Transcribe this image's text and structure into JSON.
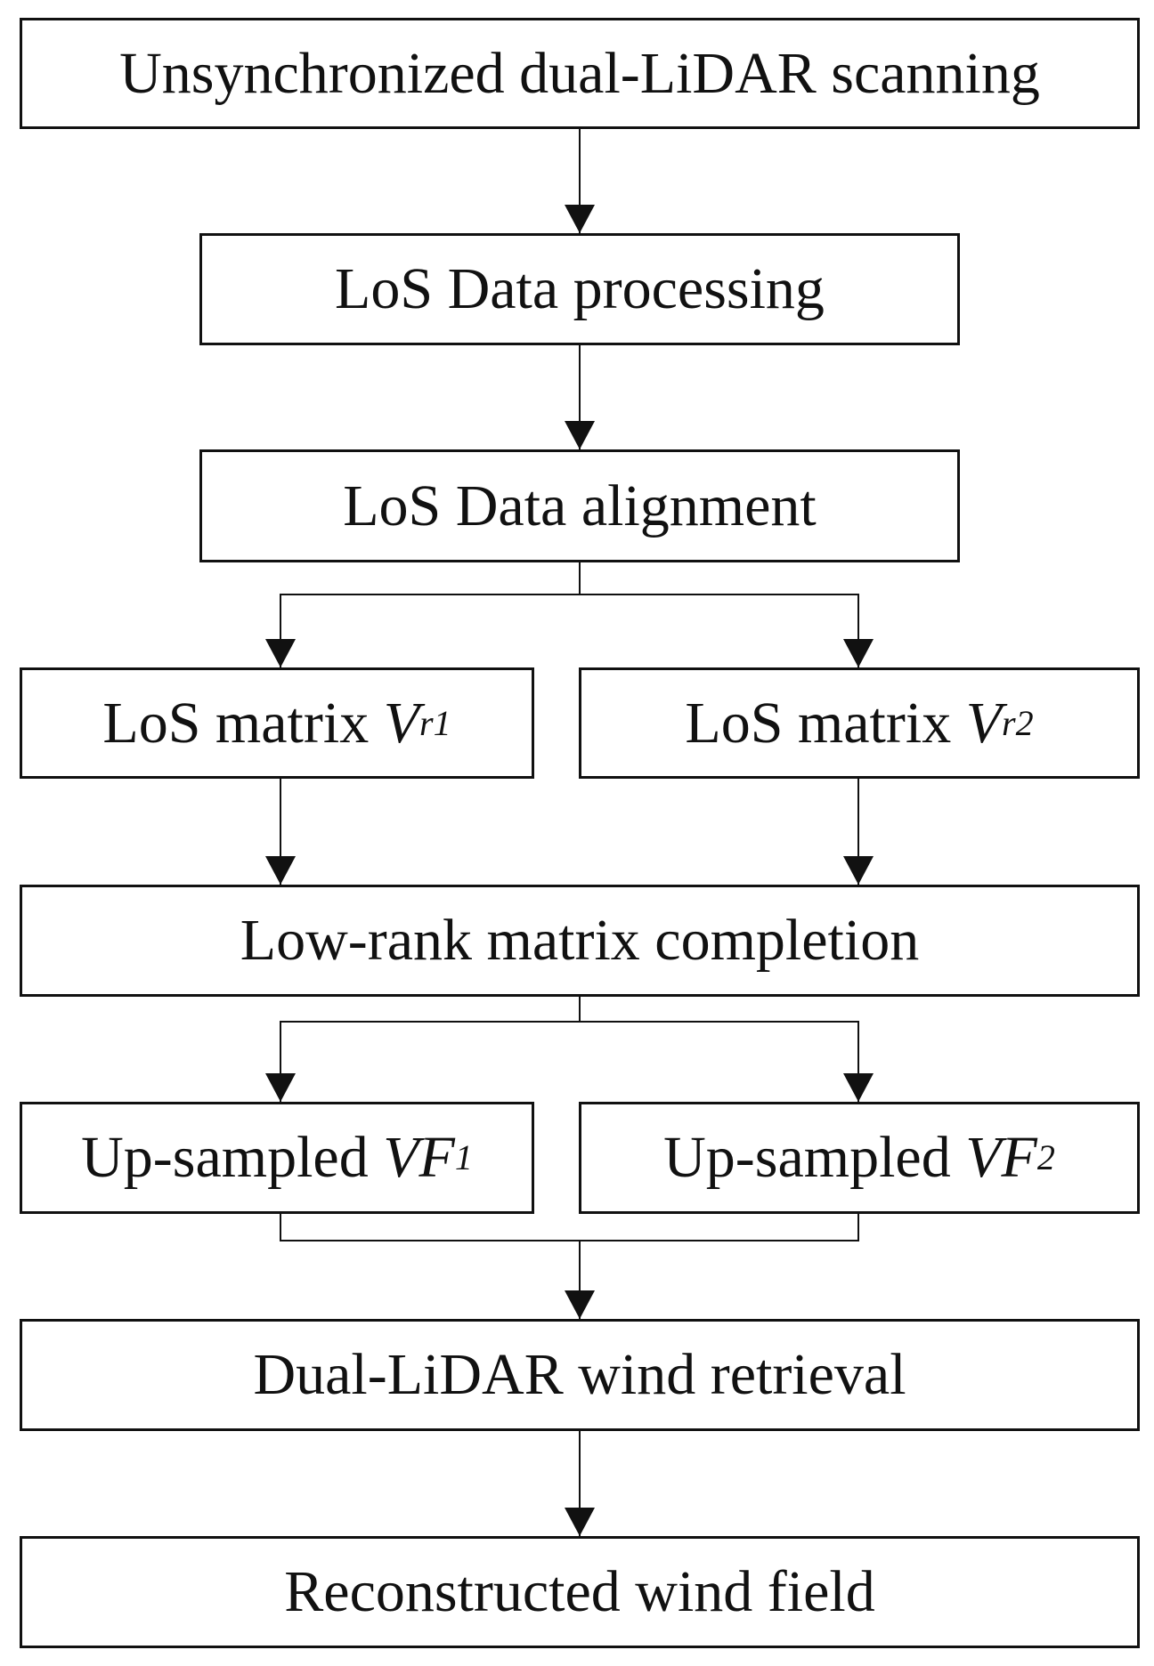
{
  "flowchart": {
    "step1": "Unsynchronized dual-LiDAR scanning",
    "step2": "LoS Data processing",
    "step3": "LoS Data alignment",
    "matrix1": {
      "prefix": "LoS matrix ",
      "var": "V",
      "sub": "r1"
    },
    "matrix2": {
      "prefix": "LoS matrix ",
      "var": "V",
      "sub": "r2"
    },
    "step5": "Low-rank matrix completion",
    "upsampled1": {
      "prefix": "Up-sampled ",
      "var": "VF",
      "sub": "1"
    },
    "upsampled2": {
      "prefix": "Up-sampled ",
      "var": "VF",
      "sub": "2"
    },
    "step7": "Dual-LiDAR wind retrieval",
    "step8": "Reconstructed wind field"
  }
}
